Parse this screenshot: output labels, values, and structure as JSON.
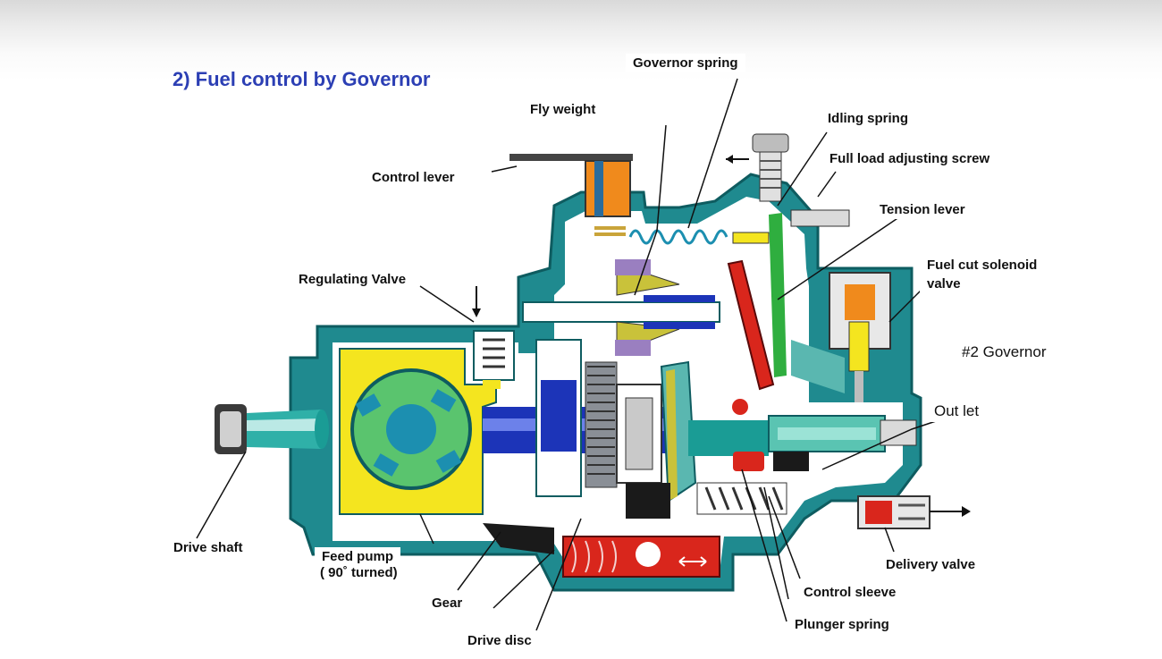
{
  "slide": {
    "title": "2) Fuel control by Governor",
    "colors": {
      "title": "#2c3fb4",
      "housing": "#1f8a8f",
      "housing_dark": "#0e5c60",
      "inner_bg": "#ffffff",
      "feed_pump": "#f4e51f",
      "rotor": "#5ac46e",
      "rotor_center": "#1c8fb0",
      "shaft": "#1c34b8",
      "regulator_red": "#d9261c",
      "flyweight": "#c9c23a",
      "gear_grey": "#8a8f96"
    }
  },
  "labels": {
    "governor_spring": "Governor spring",
    "fly_weight": "Fly weight",
    "idling_spring": "Idling spring",
    "full_load_adjusting_screw": "Full load adjusting screw",
    "control_lever": "Control lever",
    "tension_lever": "Tension lever",
    "regulating_valve": "Regulating Valve",
    "fuel_cut_solenoid_valve_1": "Fuel  cut solenoid",
    "fuel_cut_solenoid_valve_2": "valve",
    "governor_number": "#2  Governor",
    "out_let": "Out let",
    "drive_shaft": "Drive shaft",
    "feed_pump_1": "Feed pump",
    "feed_pump_2": "( 90˚ turned)",
    "delivery_valve": "Delivery  valve",
    "gear": "Gear",
    "control_sleeve": "Control  sleeve",
    "plunger_spring": "Plunger spring",
    "drive_disc": "Drive disc"
  }
}
